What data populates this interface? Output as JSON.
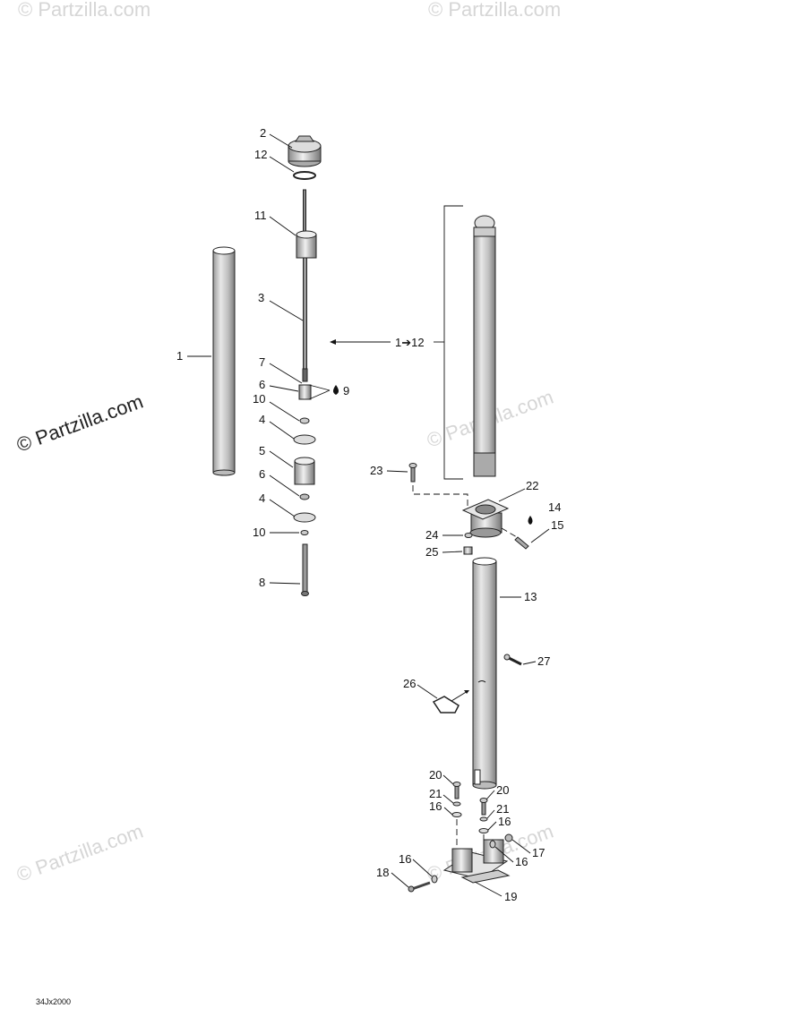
{
  "watermarks": {
    "main": "© Partzilla.com",
    "faint": "© Partzilla.com"
  },
  "diagram_code": "34Jx2000",
  "assembly_label": "1➔12",
  "callouts": {
    "c1": "1",
    "c2": "2",
    "c3": "3",
    "c4a": "4",
    "c4b": "4",
    "c5": "5",
    "c6a": "6",
    "c6b": "6",
    "c7": "7",
    "c8": "8",
    "c9": "9",
    "c10a": "10",
    "c10b": "10",
    "c11": "11",
    "c12": "12",
    "c13": "13",
    "c14": "14",
    "c15": "15",
    "c16a": "16",
    "c16b": "16",
    "c16c": "16",
    "c16d": "16",
    "c17": "17",
    "c18": "18",
    "c19": "19",
    "c20a": "20",
    "c20b": "20",
    "c21a": "21",
    "c21b": "21",
    "c22": "22",
    "c23": "23",
    "c24": "24",
    "c25": "25",
    "c26": "26",
    "c27": "27"
  },
  "colors": {
    "line": "#111111",
    "watermark": "#d6d6d6"
  }
}
